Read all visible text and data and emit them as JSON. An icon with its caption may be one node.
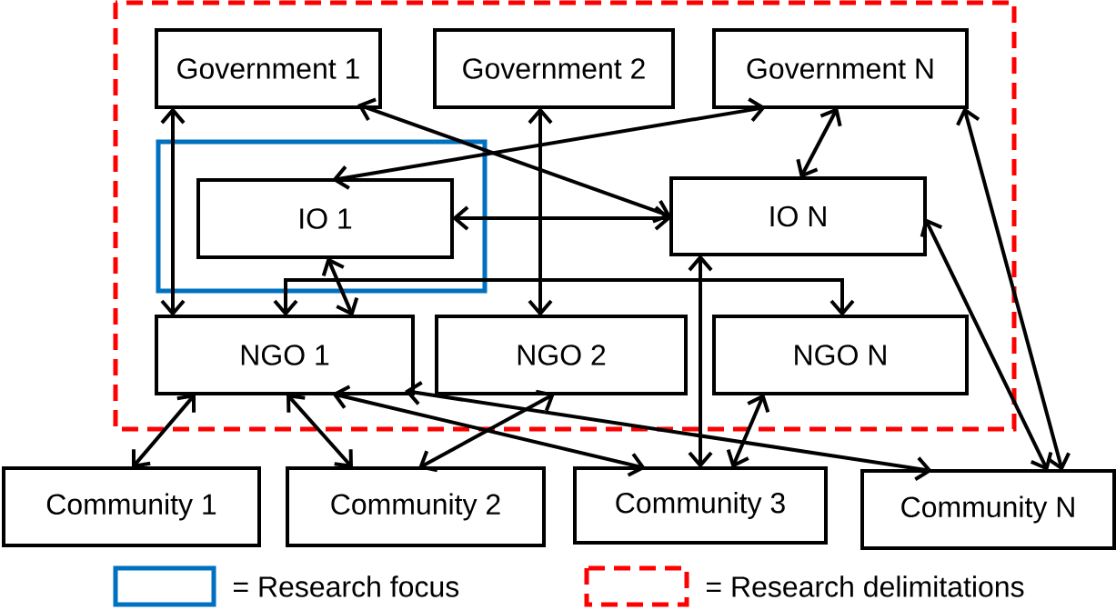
{
  "diagram": {
    "nodes": [
      {
        "text": [
          "Government 1"
        ]
      },
      {
        "text": [
          "Government 2"
        ]
      },
      {
        "text": [
          "Government N"
        ]
      },
      {
        "text": [
          "IO 1"
        ]
      },
      {
        "text": [
          "IO N"
        ]
      },
      {
        "text": [
          "NGO 1"
        ]
      },
      {
        "text": [
          "NGO 2"
        ]
      },
      {
        "text": [
          "NGO N"
        ]
      },
      {
        "text": [
          "Community 1"
        ]
      },
      {
        "text": [
          "Community 2"
        ]
      },
      {
        "text": [
          "Community 3"
        ]
      },
      {
        "text": [
          "Community N"
        ]
      }
    ],
    "edges": [
      {
        "from": 0,
        "to": 5,
        "arrow": "both"
      },
      {
        "from": 0,
        "to": 4,
        "arrow": "both"
      },
      {
        "from": 1,
        "to": 6,
        "arrow": "both"
      },
      {
        "from": 2,
        "to": 3,
        "arrow": "both"
      },
      {
        "from": 2,
        "to": 4,
        "arrow": "both"
      },
      {
        "from": 2,
        "to": 11,
        "arrow": "both"
      },
      {
        "from": 3,
        "to": 4,
        "arrow": "both"
      },
      {
        "from": 3,
        "to": 5,
        "arrow": "both"
      },
      {
        "from": 4,
        "to": 10,
        "arrow": "both"
      },
      {
        "from": 4,
        "to": 11,
        "arrow": "both"
      },
      {
        "from": 5,
        "to": 7,
        "arrow": "both"
      },
      {
        "from": 5,
        "to": 8,
        "arrow": "both"
      },
      {
        "from": 5,
        "to": 9,
        "arrow": "both"
      },
      {
        "from": 6,
        "to": 9,
        "arrow": "both"
      },
      {
        "from": 5,
        "to": 10,
        "arrow": "both"
      },
      {
        "from": 5,
        "to": 11,
        "arrow": "both"
      },
      {
        "from": 7,
        "to": 10,
        "arrow": "both"
      }
    ],
    "legend": [
      {
        "text": "= Research focus"
      },
      {
        "text": "= Research delimitations"
      }
    ]
  }
}
